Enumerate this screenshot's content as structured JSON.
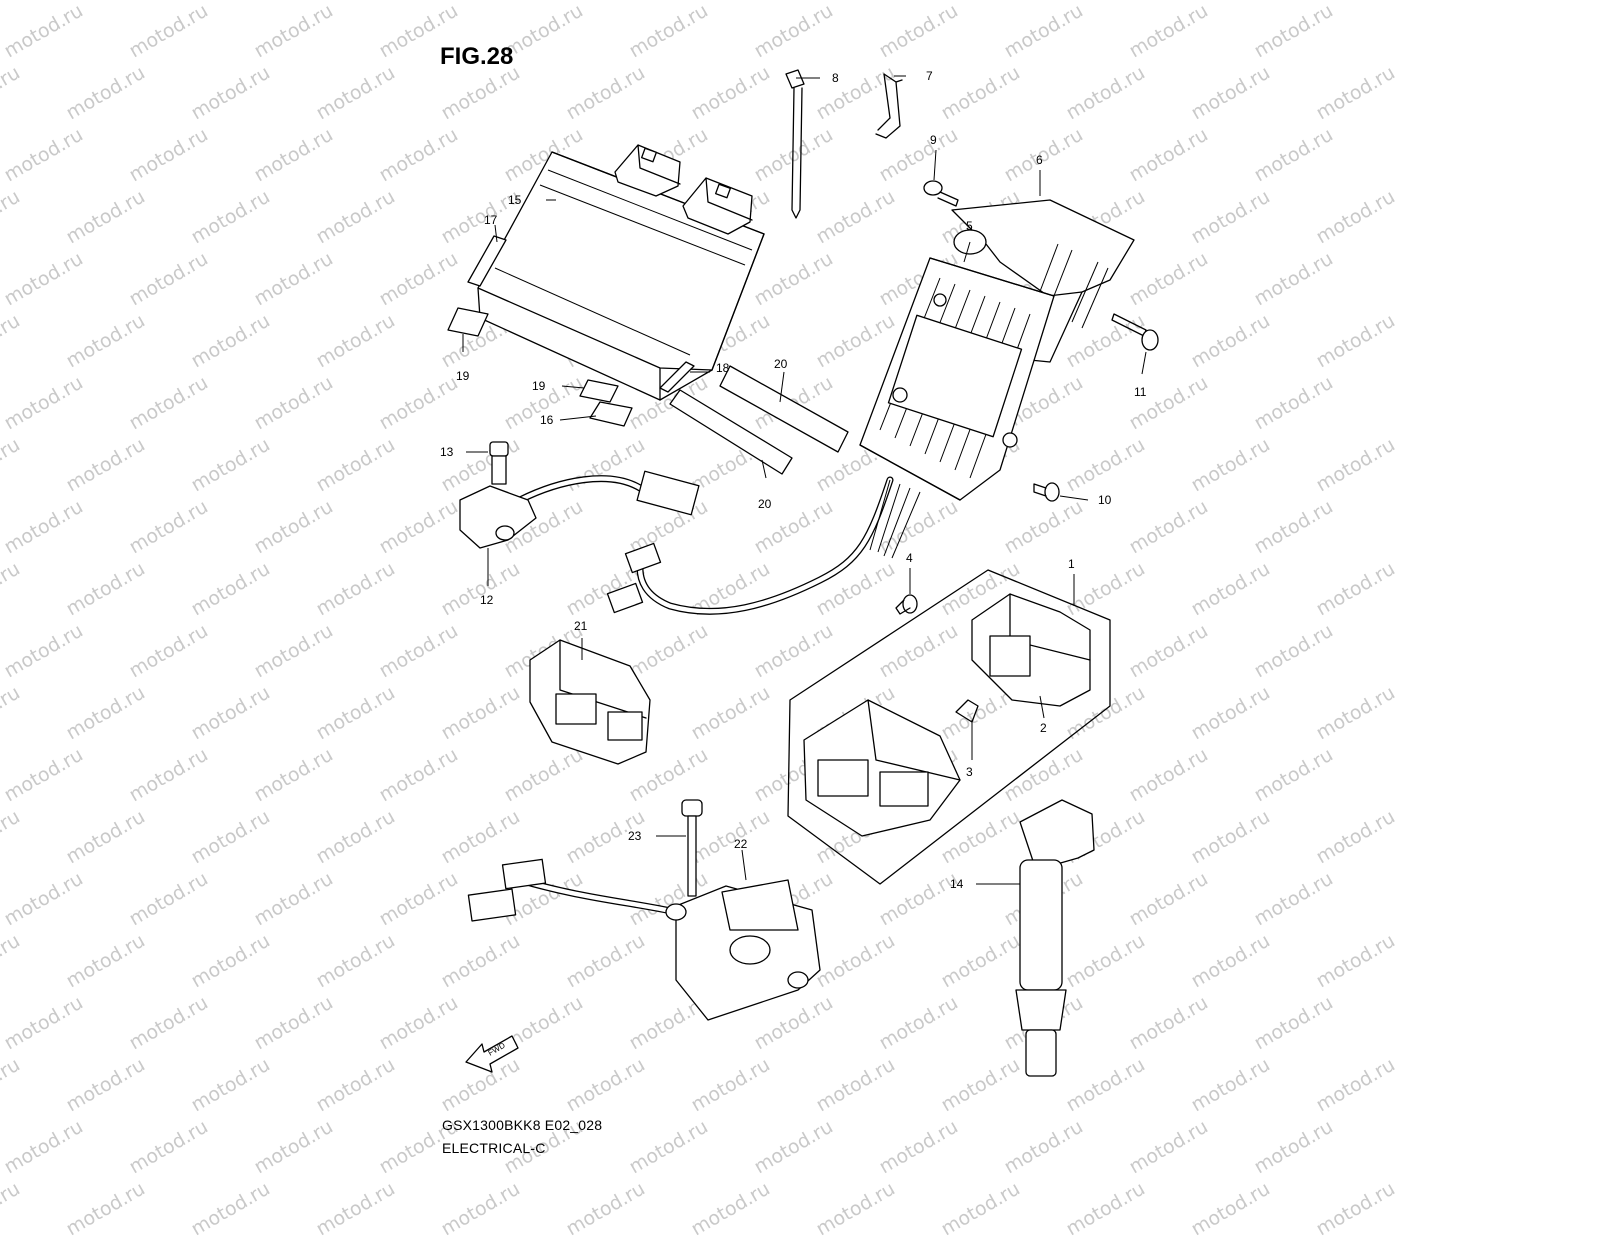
{
  "figure": {
    "title": "FIG.28",
    "model_code": "GSX1300BKK8 E02_028",
    "group": "ELECTRICAL-C",
    "watermark": "motod.ru",
    "fwd_label": "FWD"
  },
  "callouts": [
    {
      "ref": "1",
      "label": "1"
    },
    {
      "ref": "2",
      "label": "2"
    },
    {
      "ref": "3",
      "label": "3"
    },
    {
      "ref": "4",
      "label": "4"
    },
    {
      "ref": "5",
      "label": "5"
    },
    {
      "ref": "6",
      "label": "6"
    },
    {
      "ref": "7",
      "label": "7"
    },
    {
      "ref": "8",
      "label": "8"
    },
    {
      "ref": "9",
      "label": "9"
    },
    {
      "ref": "10",
      "label": "10"
    },
    {
      "ref": "11",
      "label": "11"
    },
    {
      "ref": "12",
      "label": "12"
    },
    {
      "ref": "13",
      "label": "13"
    },
    {
      "ref": "14",
      "label": "14"
    },
    {
      "ref": "15",
      "label": "15"
    },
    {
      "ref": "16",
      "label": "16"
    },
    {
      "ref": "17",
      "label": "17"
    },
    {
      "ref": "18",
      "label": "18"
    },
    {
      "ref": "19a",
      "label": "19"
    },
    {
      "ref": "19b",
      "label": "19"
    },
    {
      "ref": "20a",
      "label": "20"
    },
    {
      "ref": "20b",
      "label": "20"
    },
    {
      "ref": "21",
      "label": "21"
    },
    {
      "ref": "22",
      "label": "22"
    },
    {
      "ref": "23",
      "label": "23"
    }
  ],
  "colors": {
    "line": "#000000",
    "watermark": "#c9c9c9",
    "background": "#ffffff"
  }
}
